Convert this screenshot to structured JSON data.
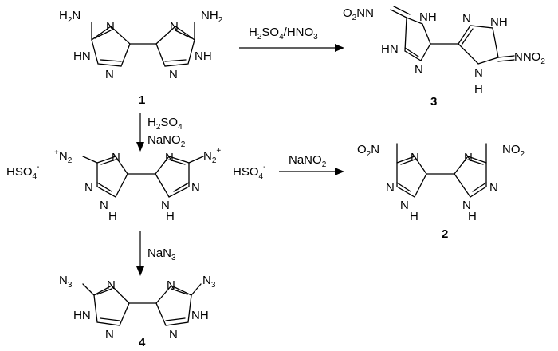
{
  "reagents": {
    "step_1_to_3": [
      "H",
      "2",
      "SO",
      "4",
      "/HNO",
      "3"
    ],
    "step_1_to_diazonium_line1": [
      "H",
      "2",
      "SO",
      "4"
    ],
    "step_1_to_diazonium_line2": [
      "NaNO",
      "2"
    ],
    "step_diazonium_to_2": [
      "NaNO",
      "2"
    ],
    "step_diazonium_to_4": [
      "NaN",
      "3"
    ]
  },
  "atoms": {
    "nh2": [
      "H",
      "2",
      "N",
      "NH",
      "2"
    ],
    "nh": "NH",
    "hn": "HN",
    "n": "N",
    "h": "H",
    "o2nn": [
      "O",
      "2",
      "NN"
    ],
    "nno2": [
      "NNO",
      "2"
    ],
    "hso4": [
      "HSO",
      "4",
      "-"
    ],
    "n2plus_left": [
      "+",
      "N",
      "2"
    ],
    "n2plus_right": [
      "N",
      "2",
      "+"
    ],
    "o2n": [
      "O",
      "2",
      "N"
    ],
    "no2": [
      "NO",
      "2"
    ],
    "n3": [
      "N",
      "3"
    ]
  },
  "compounds": {
    "c1": "1",
    "c2": "2",
    "c3": "3",
    "c4": "4"
  }
}
